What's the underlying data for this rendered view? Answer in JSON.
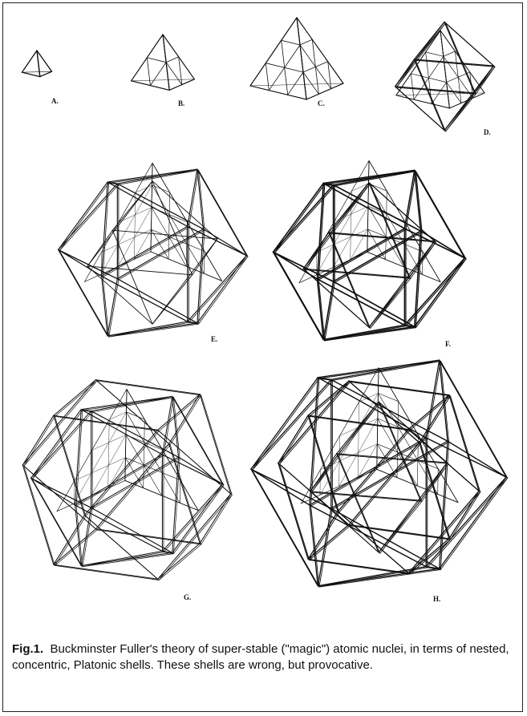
{
  "figure": {
    "panels": [
      {
        "id": "A",
        "label": "A."
      },
      {
        "id": "B",
        "label": "B."
      },
      {
        "id": "C",
        "label": "C."
      },
      {
        "id": "D",
        "label": "D."
      },
      {
        "id": "E",
        "label": "E."
      },
      {
        "id": "F",
        "label": "F."
      },
      {
        "id": "G",
        "label": "G."
      },
      {
        "id": "H",
        "label": "H."
      }
    ]
  },
  "caption": {
    "lead": "Fig.1.",
    "text": "Buckminster Fuller's theory of super-stable (\"magic\") atomic nuclei, in terms of nested, concentric, Platonic shells.  These shells are wrong, but provocative."
  }
}
